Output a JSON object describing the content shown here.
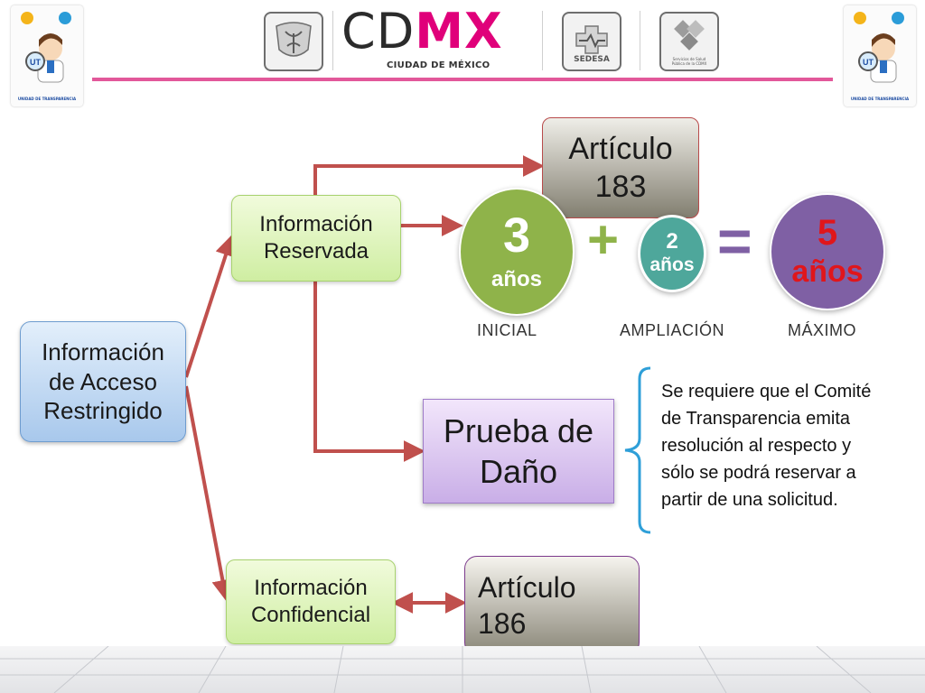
{
  "header": {
    "ut_caption": "UNIDAD DE TRANSPARENCIA",
    "ut_badge": "UT",
    "cdmx_cd": "CD",
    "cdmx_mx": "MX",
    "cdmx_subtitle": "CIUDAD DE MÉXICO",
    "sedesa_label": "SEDESA",
    "servicios_label": "Servicios de Salud Pública de la CDMX"
  },
  "diagram": {
    "root": [
      "Información",
      "de Acceso",
      "Restringido"
    ],
    "reservada": [
      "Información",
      "Reservada"
    ],
    "confidencial": [
      "Información",
      "Confidencial"
    ],
    "articulo_183": [
      "Artículo",
      "183"
    ],
    "articulo_186": [
      "Artículo",
      "186"
    ],
    "prueba": [
      "Prueba de",
      "Daño"
    ],
    "circles": {
      "inicial": {
        "number": "3",
        "unit": "años",
        "label": "INICIAL"
      },
      "ampliacion": {
        "number": "2",
        "unit": "años",
        "label": "AMPLIACIÓN"
      },
      "maximo": {
        "number": "5",
        "unit": "años",
        "label": "MÁXIMO"
      }
    },
    "plus": "+",
    "equals": "=",
    "note": [
      "Se  requiere que el Comité",
      "de Transparencia  emita",
      "resolución al respecto  y",
      "sólo se podrá reservar a",
      "partir de una solicitud."
    ]
  },
  "colors": {
    "arrow": "#c0504d",
    "pink_line": "#e2589a",
    "brace": "#2e9fd8",
    "green_circle": "#8fb34a",
    "teal_circle": "#4ea79b",
    "purple_circle": "#7f60a4",
    "red_text": "#e0161b",
    "magenta": "#e0007a"
  }
}
